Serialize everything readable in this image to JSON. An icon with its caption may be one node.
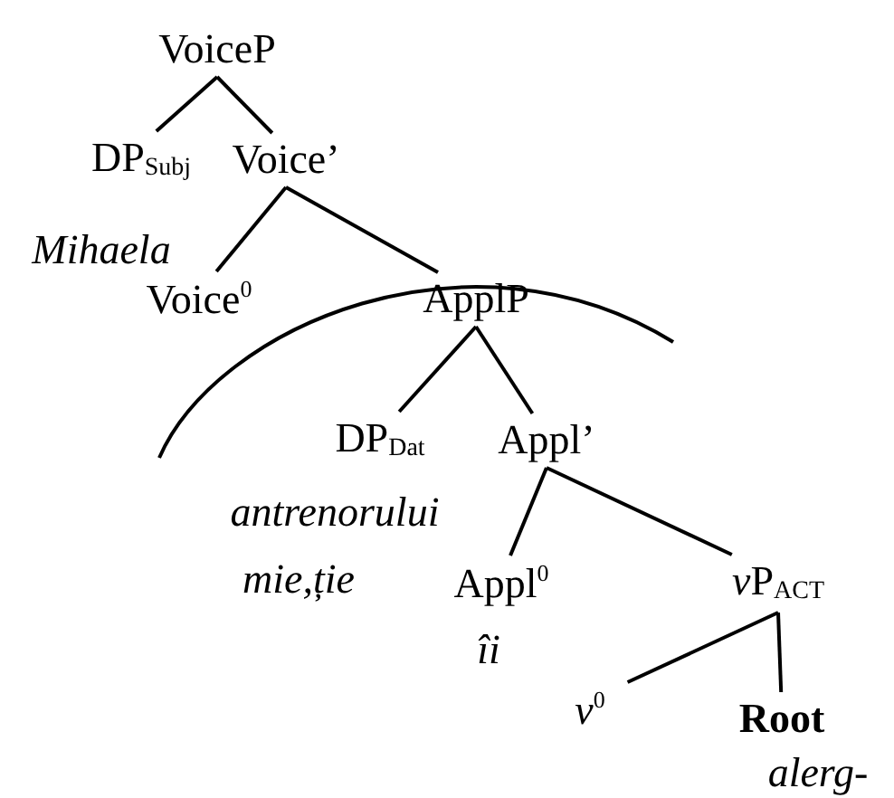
{
  "diagram": {
    "nodes": [
      {
        "text": [
          "VoiceP"
        ]
      },
      {
        "text": [
          "DP$_{Subj}$"
        ],
        "beside": [
          "Mihaela"
        ]
      },
      {
        "text": [
          "Voice’"
        ]
      },
      {
        "text": [
          "Voice$^{0}$"
        ]
      },
      {
        "text": [
          "ApplP"
        ]
      },
      {
        "text": [
          "DP$_{Dat}$"
        ],
        "beside": [
          "antrenorului",
          "mie,ție"
        ]
      },
      {
        "text": [
          "Appl’"
        ]
      },
      {
        "text": [
          "Appl$^{0}$"
        ],
        "beside": [
          "îi"
        ]
      },
      {
        "text": [
          "vP$_{ACT}$"
        ]
      },
      {
        "text": [
          "*v*$^{0}$"
        ]
      },
      {
        "text": [
          "Root"
        ],
        "beside": [
          "alerg-"
        ]
      }
    ],
    "edges": [
      {
        "from": 0,
        "to": 1,
        "arrow": "none"
      },
      {
        "from": 0,
        "to": 2,
        "arrow": "none"
      },
      {
        "from": 2,
        "to": 3,
        "arrow": "none"
      },
      {
        "from": 2,
        "to": 4,
        "arrow": "none"
      },
      {
        "from": 4,
        "to": 5,
        "arrow": "none"
      },
      {
        "from": 4,
        "to": 6,
        "arrow": "none"
      },
      {
        "from": 6,
        "to": 7,
        "arrow": "none"
      },
      {
        "from": 6,
        "to": 8,
        "arrow": "none"
      },
      {
        "from": 8,
        "to": 9,
        "arrow": "none"
      },
      {
        "from": 8,
        "to": 10,
        "arrow": "none"
      }
    ]
  }
}
